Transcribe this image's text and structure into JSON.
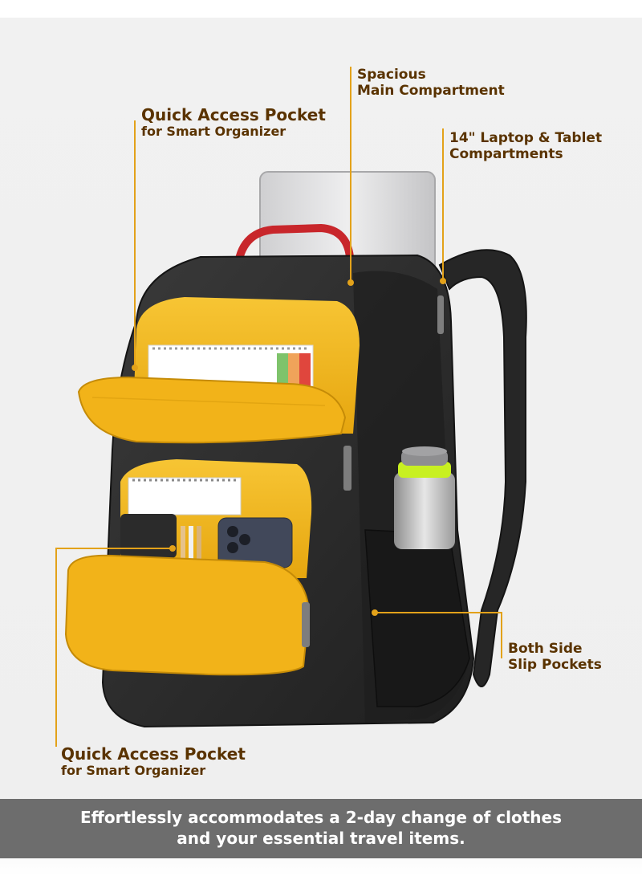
{
  "callouts": {
    "quick_access_top": {
      "line1": "Quick Access Pocket",
      "line2": "for Smart Organizer"
    },
    "main_compartment": {
      "line1": "Spacious",
      "line2": "Main Compartment"
    },
    "laptop": {
      "line1": "14\" Laptop & Tablet",
      "line2": "Compartments"
    },
    "side_pockets": {
      "line1": "Both Side",
      "line2": "Slip Pockets"
    },
    "quick_access_bottom": {
      "line1": "Quick Access Pocket",
      "line2": "for Smart Organizer"
    }
  },
  "banner": {
    "line1": "Effortlessly accommodates a 2-day change of clothes",
    "line2": "and your essential travel items."
  },
  "colors": {
    "callout_text": "#5a3300",
    "leader_line": "#e3a21a",
    "bag_body": "#2b2b2b",
    "bag_lining": "#f2b319",
    "banner_bg": "#6d6d6d",
    "accent_red": "#c8262b"
  }
}
